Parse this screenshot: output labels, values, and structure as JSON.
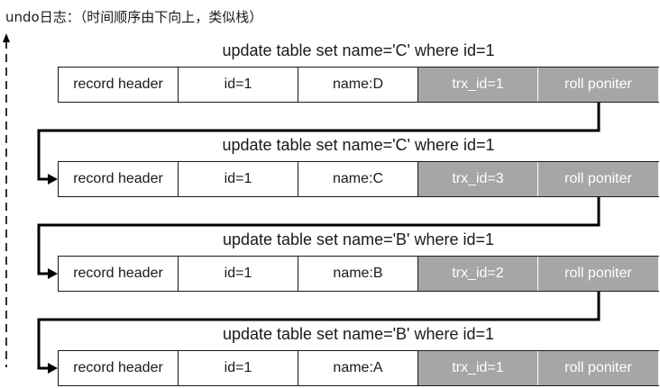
{
  "title": "undo日志：（时间顺序由下向上，类似栈）",
  "colors": {
    "line": "#000000",
    "hidden_field_bg": "#a6a6a6",
    "hidden_field_text": "#ffffff"
  },
  "entries": [
    {
      "statement": "update table set name='C' where id=1",
      "cells": [
        "record header",
        "id=1",
        "name:D",
        "trx_id=1",
        "roll poniter"
      ]
    },
    {
      "statement": "update table set name='C' where id=1",
      "cells": [
        "record header",
        "id=1",
        "name:C",
        "trx_id=3",
        "roll poniter"
      ]
    },
    {
      "statement": "update table set name='B' where id=1",
      "cells": [
        "record header",
        "id=1",
        "name:B",
        "trx_id=2",
        "roll poniter"
      ]
    },
    {
      "statement": "update table set name='B' where id=1",
      "cells": [
        "record header",
        "id=1",
        "name:A",
        "trx_id=1",
        "roll poniter"
      ]
    }
  ]
}
